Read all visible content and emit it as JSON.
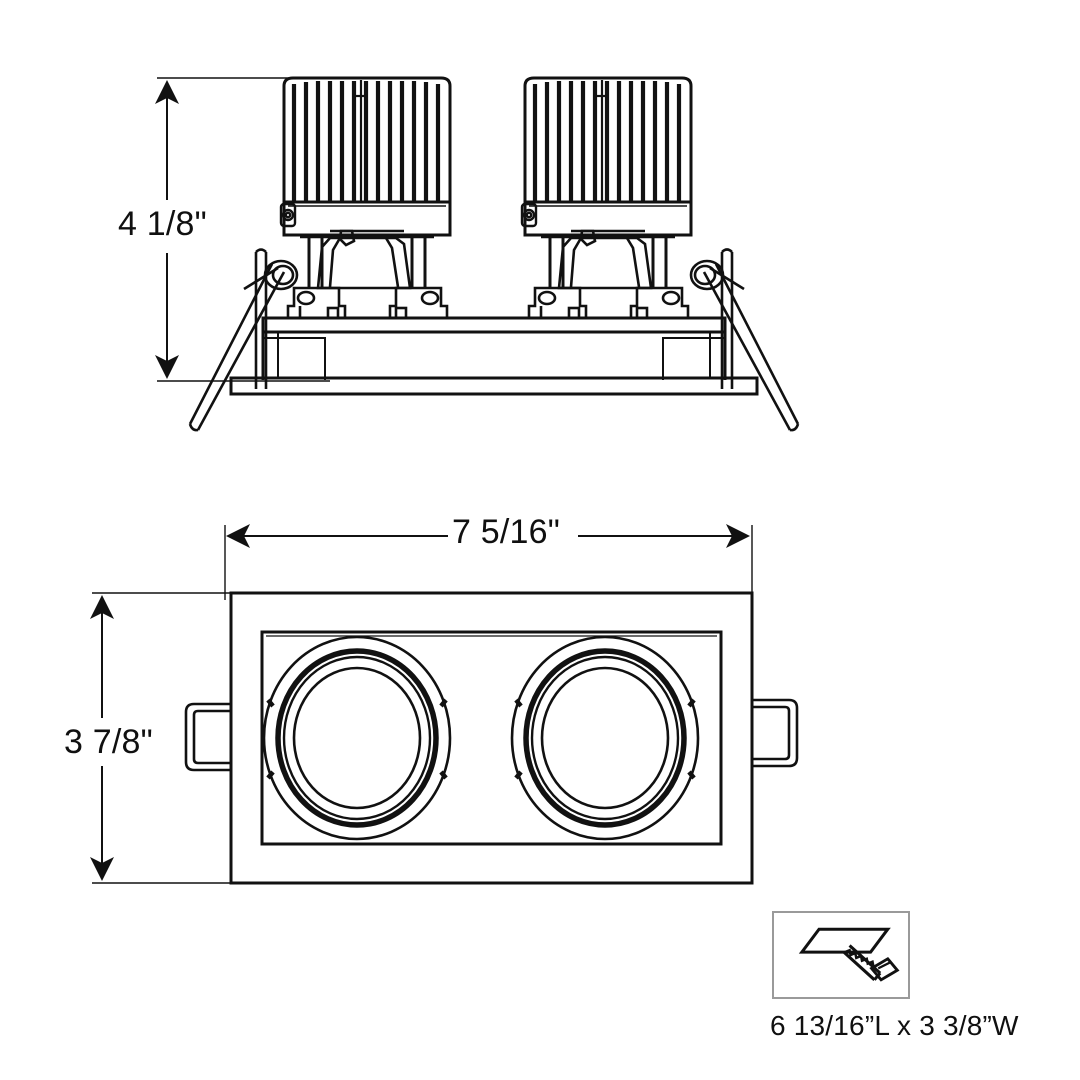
{
  "drawing": {
    "title": "Recessed 2-head gimbal luminaire dimension drawing",
    "line_color": "#111111",
    "background_color": "#ffffff",
    "views": [
      {
        "name": "side-elevation",
        "label": "Side elevation with two adjustable LED heads and mounting springs",
        "heads": 2,
        "heatsink_fins": 13
      },
      {
        "name": "plan-view",
        "label": "Plan view showing square trim with two round apertures",
        "apertures": 2,
        "side_tabs": 2
      }
    ]
  },
  "dimensions": {
    "height": {
      "value": "4 1/8\"",
      "axis": "vertical",
      "view": "side-elevation"
    },
    "width": {
      "value": "7 5/16\"",
      "axis": "horizontal",
      "view": "plan-view"
    },
    "depth": {
      "value": "3 7/8\"",
      "axis": "vertical",
      "view": "plan-view"
    }
  },
  "cutout": {
    "label": "6 13/16”L x 3 3/8”W",
    "icon": "saw-cutout-icon",
    "icon_description": "hand saw cutting a rectangular ceiling opening",
    "box_border_color": "#9a9a9a"
  }
}
